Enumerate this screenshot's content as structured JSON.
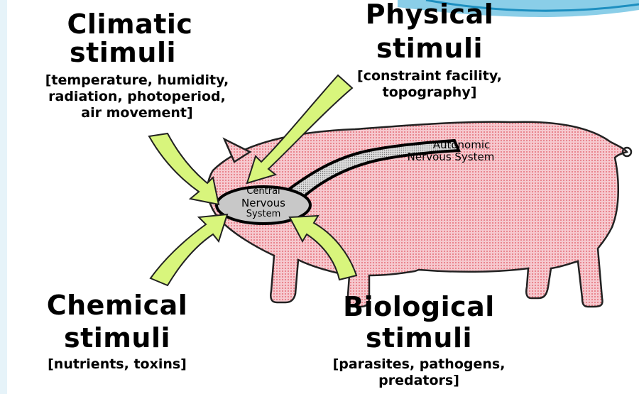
{
  "colors": {
    "pig_fill": "#f6c9cf",
    "pig_dots": "#e0545f",
    "arrow_fill": "#d8f57c",
    "arrow_stroke": "#222222",
    "nerve_fill": "#c8c8c8",
    "banner": "#29a6d6"
  },
  "climatic": {
    "title_line1": "Climatic",
    "title_line2": "stimuli",
    "detail_line1": "[temperature, humidity,",
    "detail_line2": "radiation, photoperiod,",
    "detail_line3": "air movement]"
  },
  "physical": {
    "title_line1": "Physical",
    "title_line2": "stimuli",
    "detail_line1": "[constraint facility,",
    "detail_line2": "topography]"
  },
  "chemical": {
    "title_line1": "Chemical",
    "title_line2": "stimuli",
    "detail_line1": "[nutrients, toxins]"
  },
  "biological": {
    "title_line1": "Biological",
    "title_line2": "stimuli",
    "detail_line1": "[parasites, pathogens,",
    "detail_line2": "predators]"
  },
  "cns": {
    "line1": "Central",
    "line2": "Nervous",
    "line3": "System"
  },
  "ans": {
    "line1": "Autonomic",
    "line2": "Nervous System"
  }
}
